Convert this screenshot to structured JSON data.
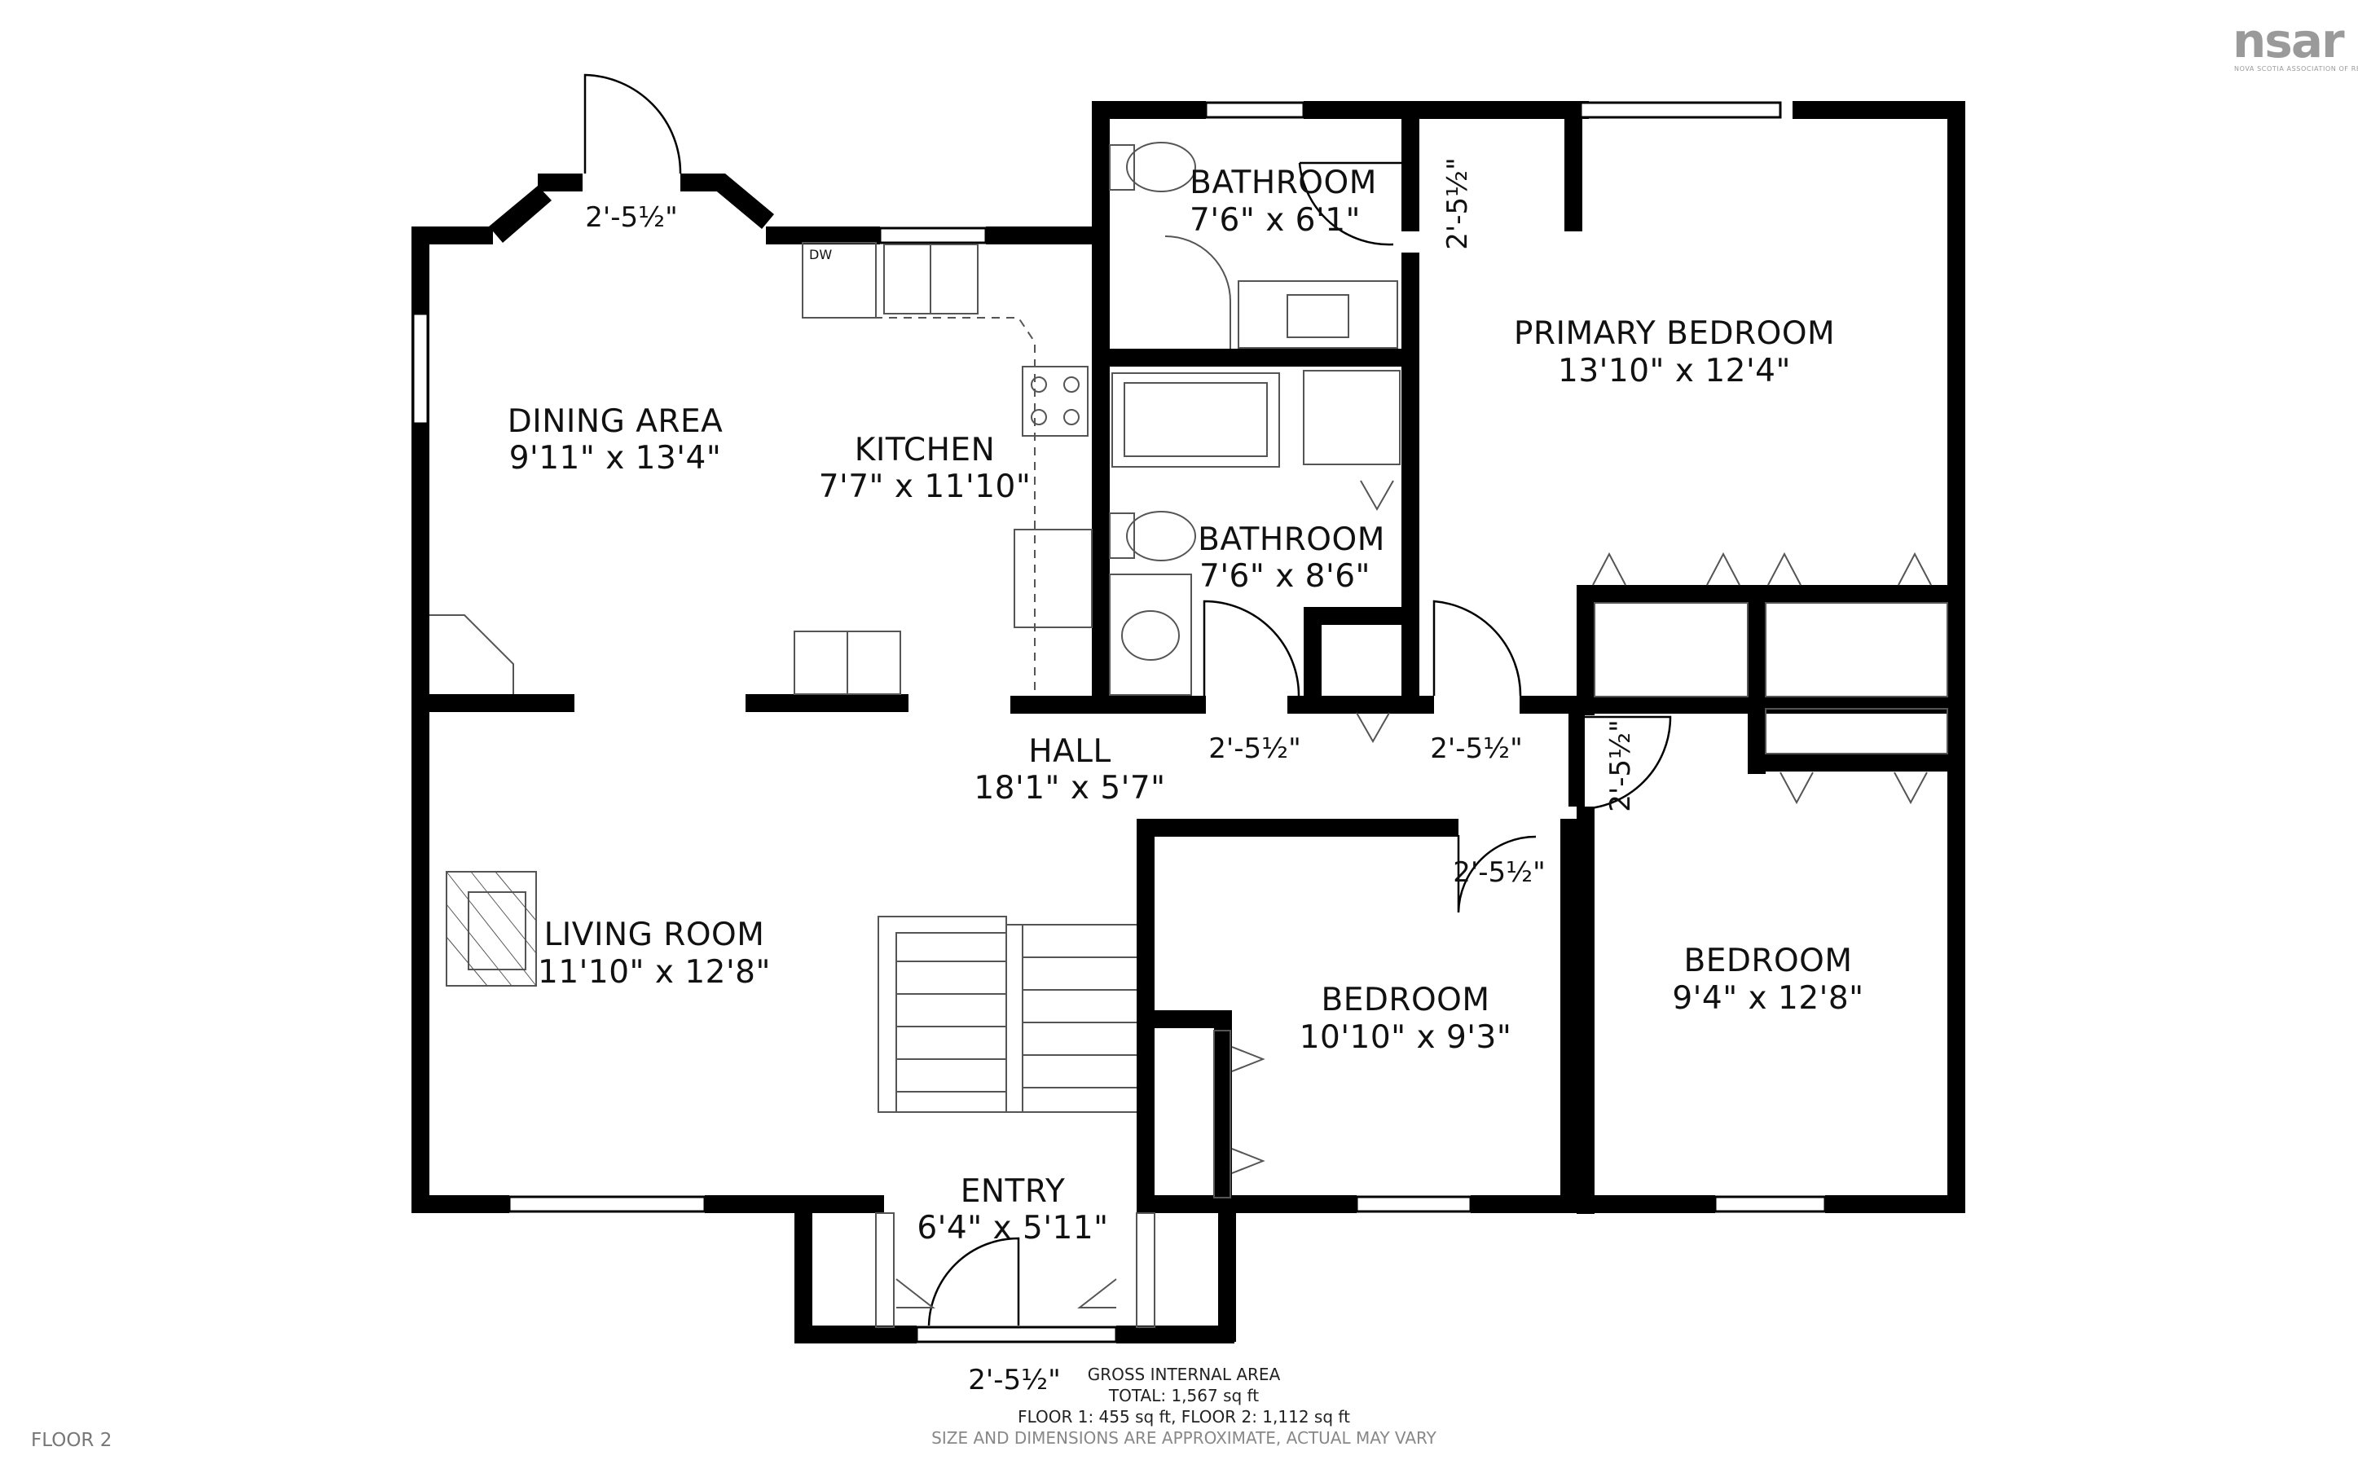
{
  "logo": {
    "text": "nsar",
    "subtitle": "NOVA SCOTIA ASSOCIATION OF REALTORS"
  },
  "rooms": {
    "dining": {
      "name": "DINING AREA",
      "dims": "9'11\" x 13'4\""
    },
    "kitchen": {
      "name": "KITCHEN",
      "dims": "7'7\" x 11'10\""
    },
    "bath1": {
      "name": "BATHROOM",
      "dims": "7'6\" x 6'1\""
    },
    "bath2": {
      "name": "BATHROOM",
      "dims": "7'6\" x 8'6\""
    },
    "primary": {
      "name": "PRIMARY BEDROOM",
      "dims": "13'10\" x 12'4\""
    },
    "hall": {
      "name": "HALL",
      "dims": "18'1\" x 5'7\""
    },
    "living": {
      "name": "LIVING ROOM",
      "dims": "11'10\" x 12'8\""
    },
    "bedroom1": {
      "name": "BEDROOM",
      "dims": "10'10\" x 9'3\""
    },
    "bedroom2": {
      "name": "BEDROOM",
      "dims": "9'4\" x 12'8\""
    },
    "entry": {
      "name": "ENTRY",
      "dims": "6'4\" x 5'11\""
    }
  },
  "door_width": "2'-5½\"",
  "appliance_labels": {
    "dishwasher": "DW"
  },
  "area_info": {
    "title": "GROSS INTERNAL AREA",
    "total": "TOTAL: 1,567 sq ft",
    "floors": "FLOOR 1: 455 sq ft, FLOOR 2: 1,112 sq ft",
    "disclaimer": "SIZE AND DIMENSIONS ARE APPROXIMATE, ACTUAL MAY VARY"
  },
  "floor_label": "FLOOR 2",
  "colors": {
    "wall": "#000000",
    "fixture": "#555555",
    "logo": "#9a9a9a"
  },
  "icons": [
    "toilet-icon",
    "sink-icon",
    "bathtub-icon",
    "stove-icon",
    "fireplace-icon",
    "stairs-icon"
  ]
}
